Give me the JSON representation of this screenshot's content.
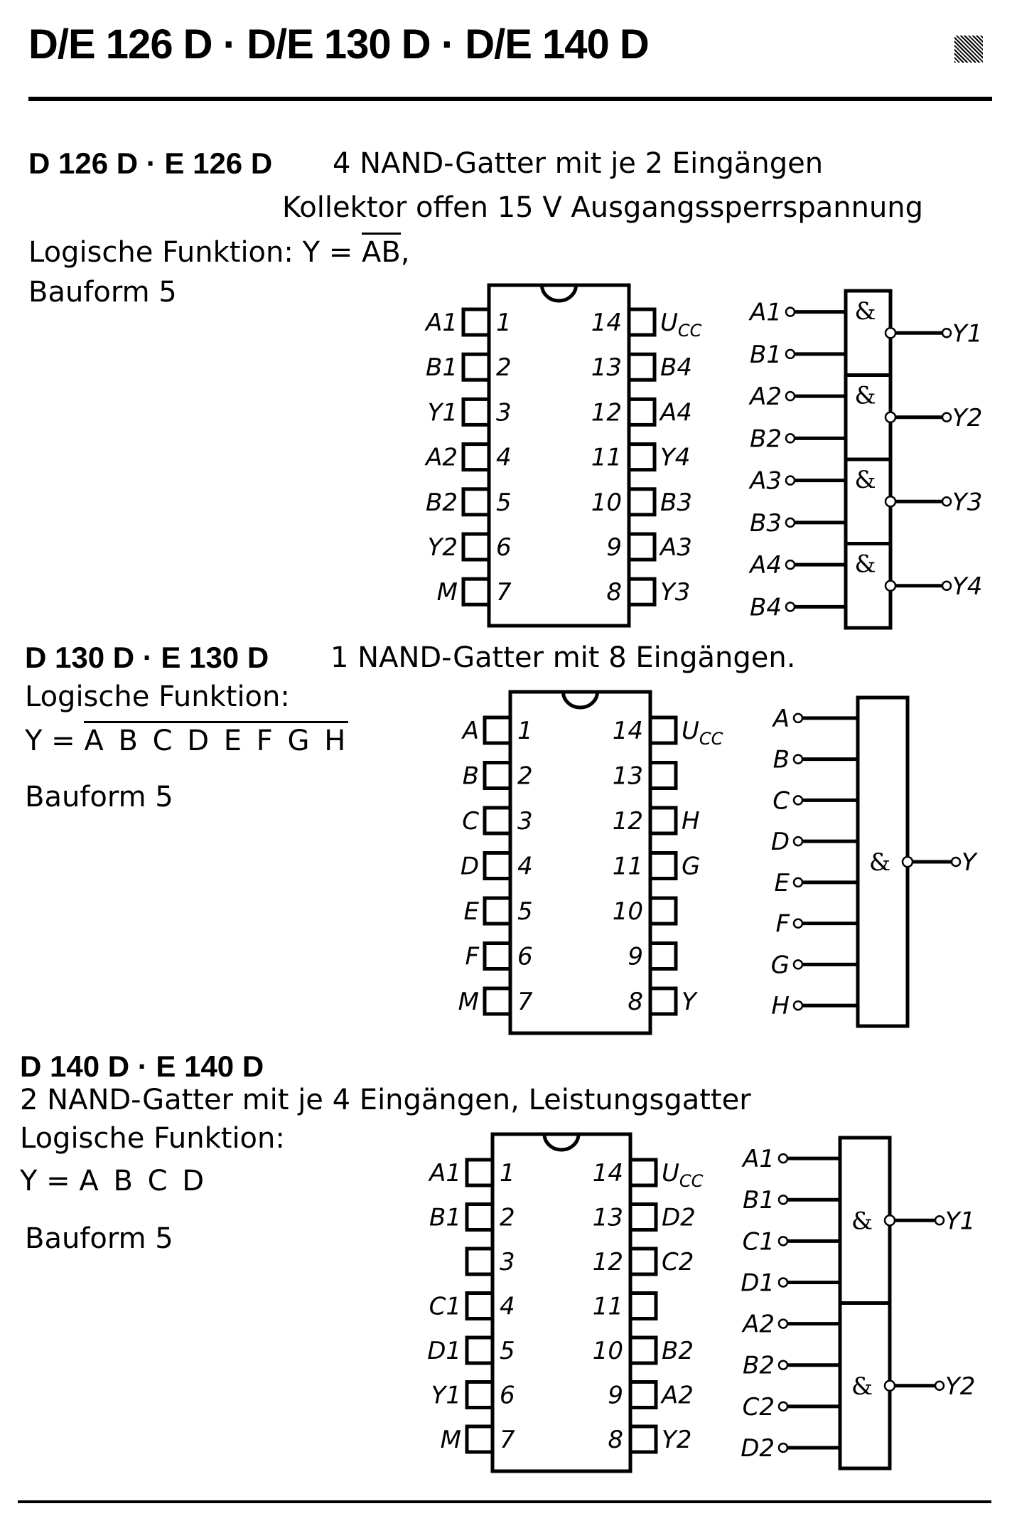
{
  "page": {
    "title": "D/E 126 D · D/E 130 D · D/E 140 D"
  },
  "sections": [
    {
      "part": "D 126 D · E 126 D",
      "description": "4 NAND-Gatter mit je 2 Eingängen",
      "description2": "Kollektor offen 15 V Ausgangssperrspannung",
      "function_label": "Logische Funktion:",
      "function_prefix": "Y =",
      "function_expr": "AB",
      "function_suffix": ",",
      "function_inverted": true,
      "package": "Bauform 5",
      "ic": {
        "left_pins": [
          {
            "num": "1",
            "name": "A1"
          },
          {
            "num": "2",
            "name": "B1"
          },
          {
            "num": "3",
            "name": "Y1"
          },
          {
            "num": "4",
            "name": "A2"
          },
          {
            "num": "5",
            "name": "B2"
          },
          {
            "num": "6",
            "name": "Y2"
          },
          {
            "num": "7",
            "name": "M"
          }
        ],
        "right_pins": [
          {
            "num": "14",
            "name": "UCC"
          },
          {
            "num": "13",
            "name": "B4"
          },
          {
            "num": "12",
            "name": "A4"
          },
          {
            "num": "11",
            "name": "Y4"
          },
          {
            "num": "10",
            "name": "B3"
          },
          {
            "num": "9",
            "name": "A3"
          },
          {
            "num": "8",
            "name": "Y3"
          }
        ]
      },
      "gates": [
        {
          "symbol": "&",
          "inputs": [
            "A1",
            "B1"
          ],
          "output": "Y1"
        },
        {
          "symbol": "&",
          "inputs": [
            "A2",
            "B2"
          ],
          "output": "Y2"
        },
        {
          "symbol": "&",
          "inputs": [
            "A3",
            "B3"
          ],
          "output": "Y3"
        },
        {
          "symbol": "&",
          "inputs": [
            "A4",
            "B4"
          ],
          "output": "Y4"
        }
      ]
    },
    {
      "part": "D 130 D · E 130 D",
      "description": "1 NAND-Gatter mit 8 Eingängen.",
      "function_label": "Logische Funktion:",
      "function_prefix": "Y =",
      "function_expr": "A B C D E F G H",
      "function_inverted": true,
      "package": "Bauform 5",
      "ic": {
        "left_pins": [
          {
            "num": "1",
            "name": "A"
          },
          {
            "num": "2",
            "name": "B"
          },
          {
            "num": "3",
            "name": "C"
          },
          {
            "num": "4",
            "name": "D"
          },
          {
            "num": "5",
            "name": "E"
          },
          {
            "num": "6",
            "name": "F"
          },
          {
            "num": "7",
            "name": "M"
          }
        ],
        "right_pins": [
          {
            "num": "14",
            "name": "UCC"
          },
          {
            "num": "13",
            "name": ""
          },
          {
            "num": "12",
            "name": "H"
          },
          {
            "num": "11",
            "name": "G"
          },
          {
            "num": "10",
            "name": ""
          },
          {
            "num": "9",
            "name": ""
          },
          {
            "num": "8",
            "name": "Y"
          }
        ]
      },
      "gates": [
        {
          "symbol": "&",
          "inputs": [
            "A",
            "B",
            "C",
            "D",
            "E",
            "F",
            "G",
            "H"
          ],
          "output": "Y"
        }
      ]
    },
    {
      "part": "D 140 D · E 140 D",
      "description": "2 NAND-Gatter mit je 4 Eingängen, Leistungsgatter",
      "function_label": "Logische Funktion:",
      "function_prefix": "Y =",
      "function_expr": "A B C D",
      "function_inverted": false,
      "package": "Bauform 5",
      "ic": {
        "left_pins": [
          {
            "num": "1",
            "name": "A1"
          },
          {
            "num": "2",
            "name": "B1"
          },
          {
            "num": "3",
            "name": ""
          },
          {
            "num": "4",
            "name": "C1"
          },
          {
            "num": "5",
            "name": "D1"
          },
          {
            "num": "6",
            "name": "Y1"
          },
          {
            "num": "7",
            "name": "M"
          }
        ],
        "right_pins": [
          {
            "num": "14",
            "name": "UCC"
          },
          {
            "num": "13",
            "name": "D2"
          },
          {
            "num": "12",
            "name": "C2"
          },
          {
            "num": "11",
            "name": ""
          },
          {
            "num": "10",
            "name": "B2"
          },
          {
            "num": "9",
            "name": "A2"
          },
          {
            "num": "8",
            "name": "Y2"
          }
        ]
      },
      "gates": [
        {
          "symbol": "&",
          "inputs": [
            "A1",
            "B1",
            "C1",
            "D1"
          ],
          "output": "Y1"
        },
        {
          "symbol": "&",
          "inputs": [
            "A2",
            "B2",
            "C2",
            "D2"
          ],
          "output": "Y2"
        }
      ]
    }
  ]
}
